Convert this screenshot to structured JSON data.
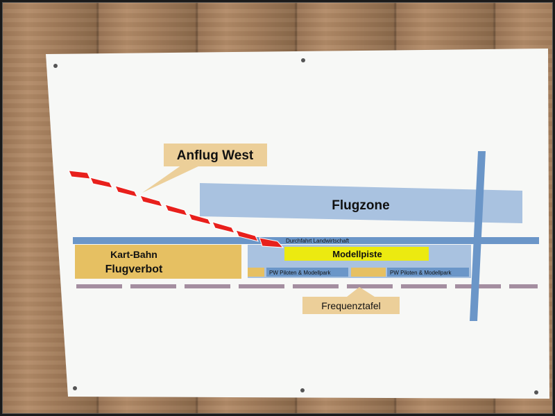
{
  "sign": {
    "callout_anflug": "Anflug West",
    "zone": "Flugzone",
    "durchfahrt": "Durchfahrt  Landwirtschaft",
    "modellpiste": "Modellpiste",
    "kart_bahn": "Kart-Bahn",
    "flugverbot": "Flugverbot",
    "pw_left": "PW Piloten & Modellpark",
    "pw_right": "PW Piloten & Modellpark",
    "frequenztafel": "Frequenztafel"
  },
  "colors": {
    "board": "#f7f8f6",
    "zone_blue": "#a9c2e0",
    "road_blue": "#6b96c8",
    "callout_tan": "#eccf99",
    "kart_yellow": "#e6c062",
    "piste_yellow": "#ecea10",
    "arrow_red": "#e8201c",
    "dash_purple": "#a48ea0"
  }
}
